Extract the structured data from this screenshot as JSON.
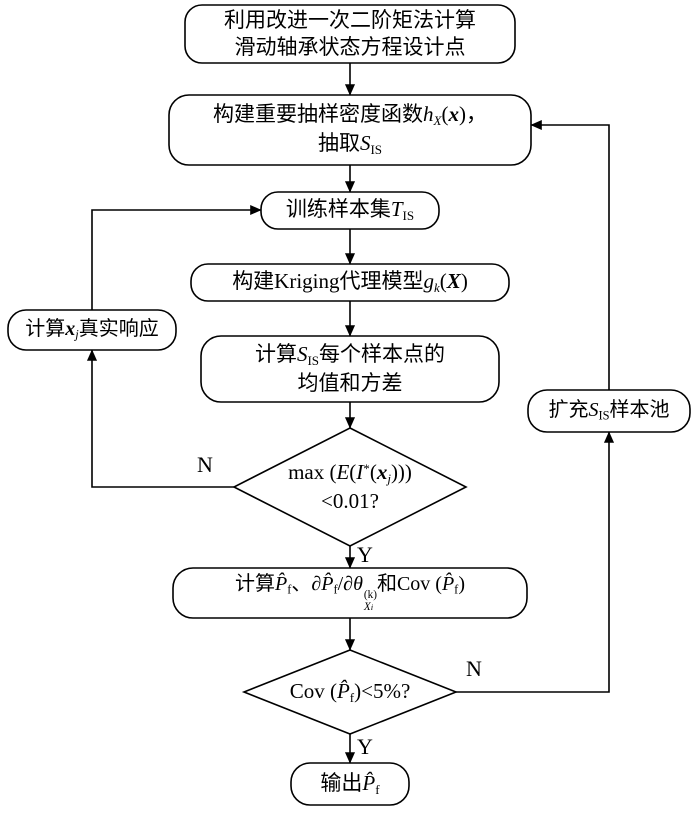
{
  "edge_labels": {
    "no1": "N",
    "yes1": "Y",
    "no2": "N",
    "yes2": "Y"
  },
  "nodes": {
    "design_point": {
      "line1": "利用改进一次二阶矩法计算",
      "line2": "滑动轴承状态方程设计点"
    },
    "sampling_density": {
      "t1": "构建重要抽样密度函数",
      "h": "h",
      "h_sub": "X",
      "t2": "(",
      "x": "x",
      "t3": ")，",
      "t4": "抽取",
      "S": "S",
      "S_sub": "IS"
    },
    "training_set": {
      "t1": "训练样本集",
      "T": "T",
      "T_sub": "IS"
    },
    "kriging": {
      "t1": "构建Kriging代理模型",
      "g": "g",
      "g_sub": "k",
      "t2": "(",
      "X": "X",
      "t3": ")"
    },
    "mean_variance": {
      "t1": "计算",
      "S": "S",
      "S_sub": "IS",
      "t2": "每个样本点的",
      "line2": "均值和方差"
    },
    "true_response": {
      "t1": "计算",
      "x": "x",
      "x_sub": "j",
      "t2": "真实响应"
    },
    "expand_pool": {
      "t1": "扩充",
      "S": "S",
      "S_sub": "IS",
      "t2": "样本池"
    },
    "learning_check": {
      "t1": "max (",
      "E": "E",
      "t2": "(",
      "I": "I",
      "I_sup": "*",
      "t3": "(",
      "x": "x",
      "x_sub": "j",
      "t4": ")))",
      "line2": "<0.01?"
    },
    "compute_pf": {
      "t1": "计算",
      "P1": "P̂",
      "P1_sub": "f",
      "t2": "、",
      "t3": "∂",
      "P2": "P̂",
      "P2_sub": "f",
      "t4": "/∂",
      "theta": "θ",
      "theta_sup": "(k)",
      "theta_sub_X": "X",
      "theta_sub_i": "i",
      "t5": "和Cov (",
      "P3": "P̂",
      "P3_sub": "f",
      "t6": ")"
    },
    "cov_check": {
      "t1": "Cov (",
      "P": "P̂",
      "P_sub": "f",
      "t2": ")<5%?"
    },
    "output_pf": {
      "t1": "输出",
      "P": "P̂",
      "P_sub": "f"
    }
  }
}
